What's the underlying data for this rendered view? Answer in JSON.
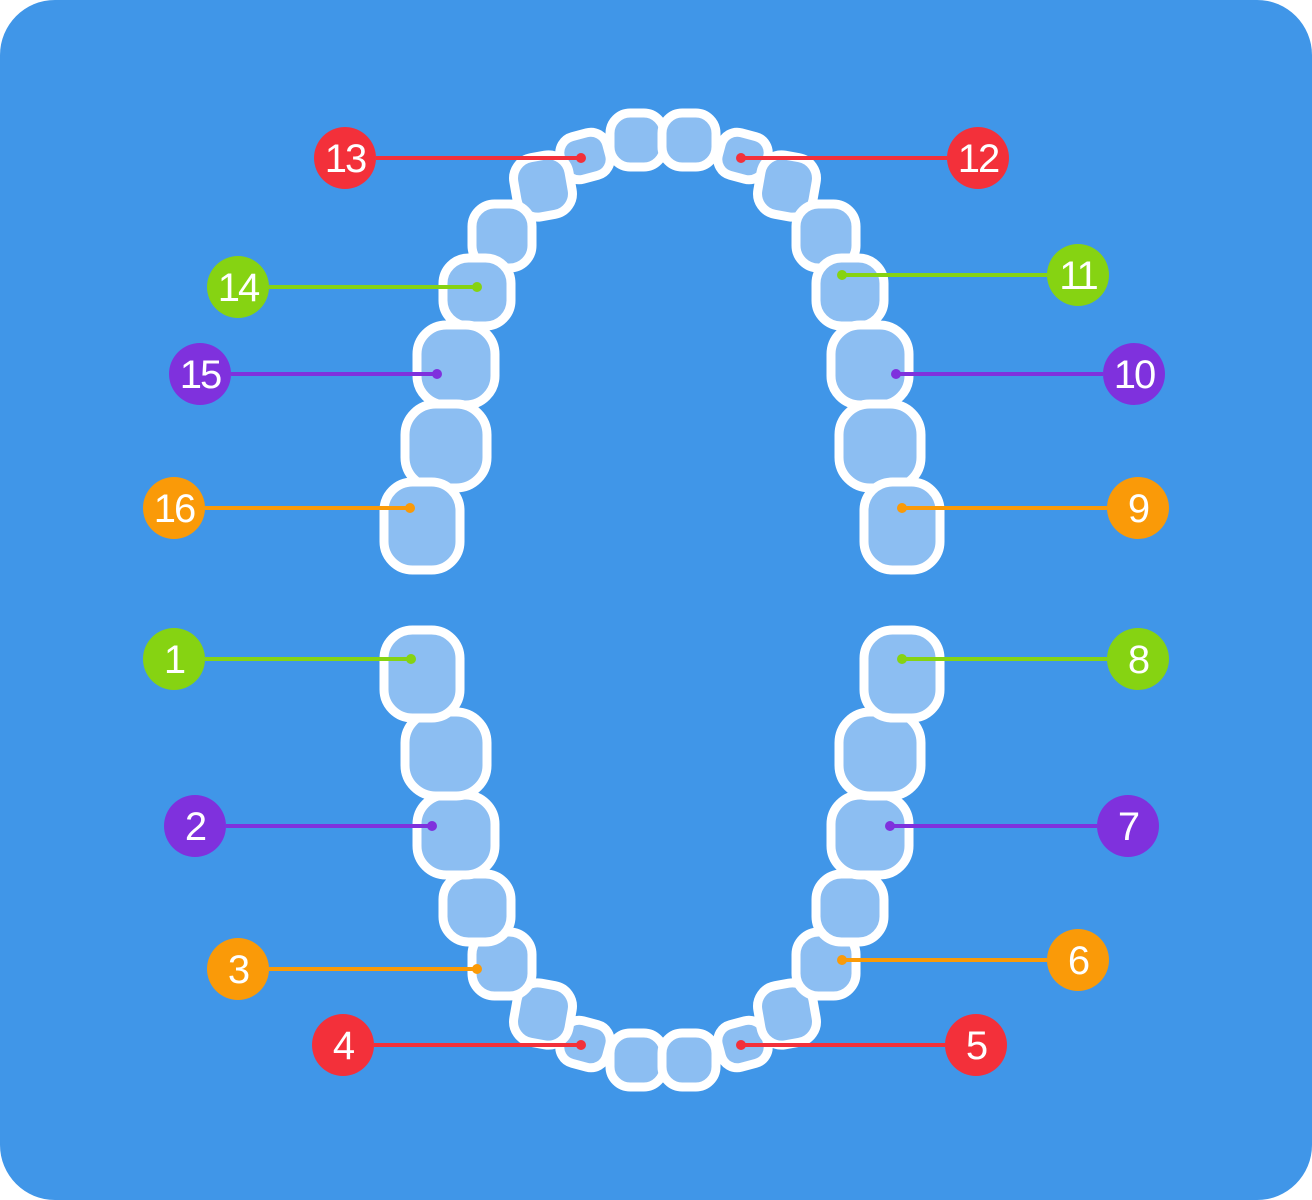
{
  "colors": {
    "background": "#4096E8",
    "tooth_fill": "#8CBEF2",
    "tooth_outline": "#FFFFFF",
    "red": "#F3303A",
    "green": "#86D312",
    "purple": "#7F31DD",
    "orange": "#FA9A08"
  },
  "markers": [
    {
      "id": "13",
      "label": "13",
      "color": "red"
    },
    {
      "id": "12",
      "label": "12",
      "color": "red"
    },
    {
      "id": "14",
      "label": "14",
      "color": "green"
    },
    {
      "id": "11",
      "label": "11",
      "color": "green"
    },
    {
      "id": "15",
      "label": "15",
      "color": "purple"
    },
    {
      "id": "10",
      "label": "10",
      "color": "purple"
    },
    {
      "id": "16",
      "label": "16",
      "color": "orange"
    },
    {
      "id": "9",
      "label": "9",
      "color": "orange"
    },
    {
      "id": "1",
      "label": "1",
      "color": "green"
    },
    {
      "id": "8",
      "label": "8",
      "color": "green"
    },
    {
      "id": "2",
      "label": "2",
      "color": "purple"
    },
    {
      "id": "7",
      "label": "7",
      "color": "purple"
    },
    {
      "id": "3",
      "label": "3",
      "color": "orange"
    },
    {
      "id": "6",
      "label": "6",
      "color": "orange"
    },
    {
      "id": "4",
      "label": "4",
      "color": "red"
    },
    {
      "id": "5",
      "label": "5",
      "color": "red"
    }
  ]
}
